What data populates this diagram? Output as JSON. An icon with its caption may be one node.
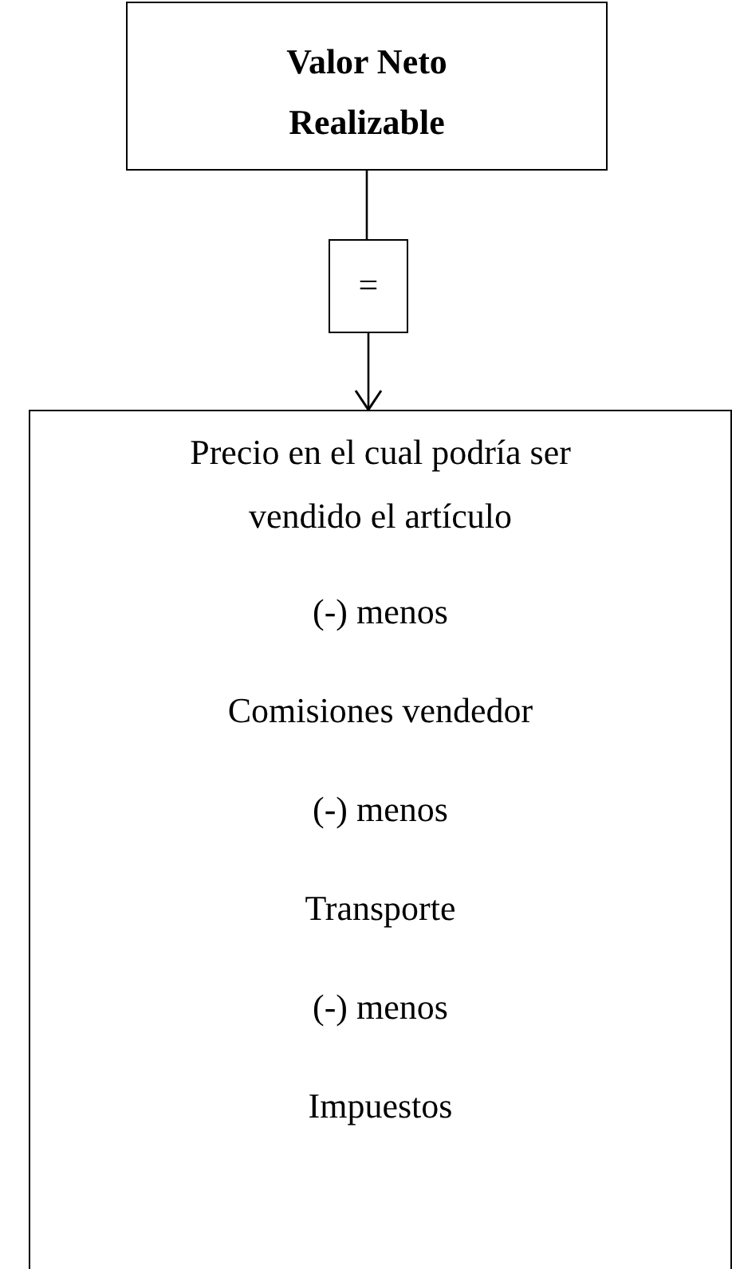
{
  "diagram": {
    "nodes": [
      {
        "text": [
          "Valor Neto Realizable"
        ]
      },
      {
        "text": [
          "="
        ]
      },
      {
        "text": [
          "Precio en el cual podría ser vendido el artículo",
          "(-) menos",
          "Comisiones vendedor",
          "(-) menos",
          "Transporte",
          "(-) menos",
          "Impuestos"
        ]
      }
    ],
    "edges": [
      {
        "from": 0,
        "to": 1,
        "arrow": "none"
      },
      {
        "from": 1,
        "to": 2,
        "arrow": "to"
      }
    ]
  }
}
